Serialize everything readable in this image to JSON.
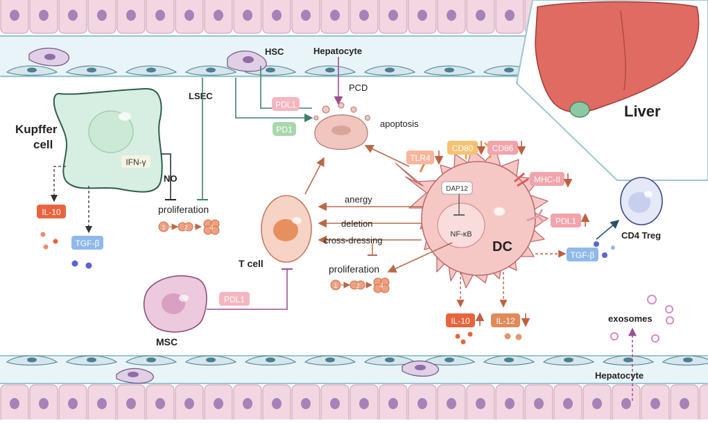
{
  "labels": {
    "hepatocyte_top": "Hepatocyte",
    "hsc": "HSC",
    "lsec": "LSEC",
    "pcd": "PCD",
    "apoptosis": "apoptosis",
    "liver": "Liver",
    "kupffer_line1": "Kupffer",
    "kupffer_line2": "cell",
    "ifn": "IFN-γ",
    "no": "NO",
    "proliferation_top": "proliferation",
    "il10_left": "IL-10",
    "tgfb_left": "TGF-β",
    "pdl1_hsc": "PDL1",
    "pd1": "PD1",
    "tlr4": "TLR4",
    "cd80": "CD80",
    "cd86": "CD86",
    "dap12": "DAP12",
    "mhc2": "MHC-II",
    "nfkb": "NF-κB",
    "pdl1_dc": "PDL1",
    "dc": "DC",
    "anergy": "anergy",
    "deletion": "deletion",
    "cross_dressing": "cross-dressing",
    "proliferation_mid": "proliferation",
    "tcell": "T cell",
    "msc": "MSC",
    "pdl1_msc": "PDL1",
    "tgfb_right": "TGF-β",
    "cd4_treg": "CD4 Treg",
    "il10_bottom": "IL-10",
    "il12": "IL-12",
    "exosomes": "exosomes",
    "hepatocyte_bottom": "Hepatocyte",
    "step1": "1",
    "step2": "2",
    "step4": "4"
  },
  "colors": {
    "hepatocyte_fill": "#f2d7e2",
    "hepatocyte_nucleus": "#a682b8",
    "sinusoid": "#e6f3f7",
    "sinusoid_line": "#7fb3c4",
    "endothelial": "#d5e6ed",
    "kupffer": "#d6efe2",
    "dc": "#f5c8c6",
    "tcell": "#f6d3c4",
    "msc": "#ecc9dd",
    "liver": "#df6b62",
    "il10": "#e8643c",
    "tgfb": "#8fb9ea",
    "pdl1": "#f0a9b4",
    "pd1": "#a9d7ad",
    "arrow_brown": "#b86a48",
    "arrow_green": "#3f8070",
    "arrow_purple": "#9c4f94"
  }
}
